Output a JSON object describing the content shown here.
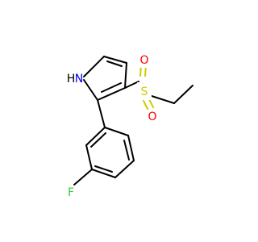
{
  "molecule": {
    "atoms": {
      "nh": "H",
      "n": "N",
      "s": "S",
      "o_top": "O",
      "o_bottom": "O",
      "f": "F"
    }
  },
  "colors": {
    "bond": "#000000",
    "nitrogen": "#0000ff",
    "sulfur": "#cccc00",
    "oxygen": "#ff0000",
    "fluorine": "#33cc33"
  }
}
